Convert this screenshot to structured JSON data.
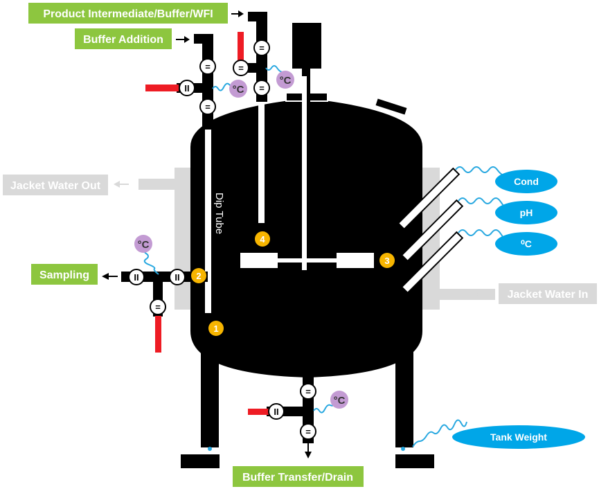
{
  "labels": {
    "product_inlet": "Product Intermediate/Buffer/WFI",
    "buffer_addition": "Buffer Addition",
    "jacket_water_out": "Jacket Water Out",
    "jacket_water_in": "Jacket Water In",
    "sampling": "Sampling",
    "buffer_transfer": "Buffer Transfer/Drain",
    "dip_tube": "Dip Tube"
  },
  "sensors": {
    "cond": "Cond",
    "ph": "pH",
    "temp": "⁰C",
    "tank_weight": "Tank Weight"
  },
  "temp_symbol": "°C",
  "ports": [
    "1",
    "2",
    "3",
    "4"
  ],
  "valve_symbols": {
    "equal": "=",
    "pause": "II"
  },
  "colors": {
    "vessel": "#000000",
    "label_green": "#8dc63f",
    "label_grey": "#d9d9d9",
    "sensor_blue": "#00a6e8",
    "port_orange": "#f7b500",
    "temp_purple": "#c39bd3",
    "wire_blue": "#28a8e0",
    "red_handle": "#ee1c24"
  }
}
